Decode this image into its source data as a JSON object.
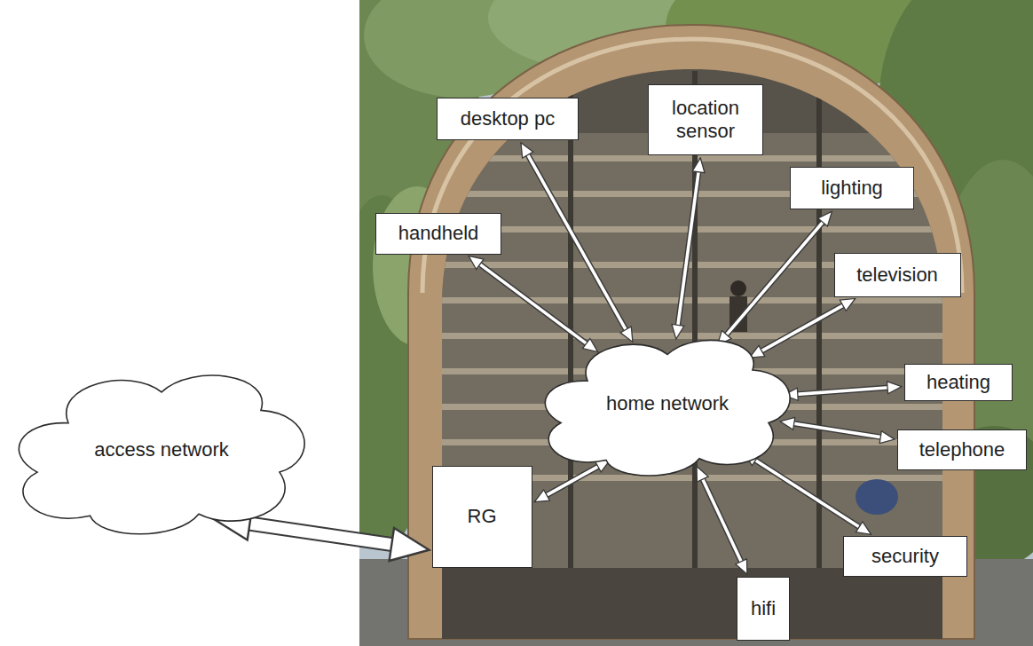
{
  "diagram": {
    "nodes": [
      {
        "text": [
          "desktop pc"
        ]
      },
      {
        "text": [
          "location sensor"
        ]
      },
      {
        "text": [
          "lighting"
        ]
      },
      {
        "text": [
          "handheld"
        ]
      },
      {
        "text": [
          "television"
        ]
      },
      {
        "text": [
          "home network"
        ]
      },
      {
        "text": [
          "access network"
        ]
      },
      {
        "text": [
          "heating"
        ]
      },
      {
        "text": [
          "telephone"
        ]
      },
      {
        "text": [
          "RG"
        ]
      },
      {
        "text": [
          "security"
        ]
      },
      {
        "text": [
          "hifi"
        ]
      }
    ],
    "edges": [
      {
        "from": 6,
        "to": 9,
        "arrow": "both"
      },
      {
        "from": 9,
        "to": 5,
        "arrow": "both"
      },
      {
        "from": 5,
        "to": 0,
        "arrow": "both"
      },
      {
        "from": 5,
        "to": 1,
        "arrow": "both"
      },
      {
        "from": 5,
        "to": 2,
        "arrow": "both"
      },
      {
        "from": 5,
        "to": 3,
        "arrow": "both"
      },
      {
        "from": 5,
        "to": 4,
        "arrow": "both"
      },
      {
        "from": 5,
        "to": 7,
        "arrow": "both"
      },
      {
        "from": 5,
        "to": 8,
        "arrow": "both"
      },
      {
        "from": 5,
        "to": 10,
        "arrow": "both"
      },
      {
        "from": 5,
        "to": 11,
        "arrow": "both"
      }
    ]
  }
}
